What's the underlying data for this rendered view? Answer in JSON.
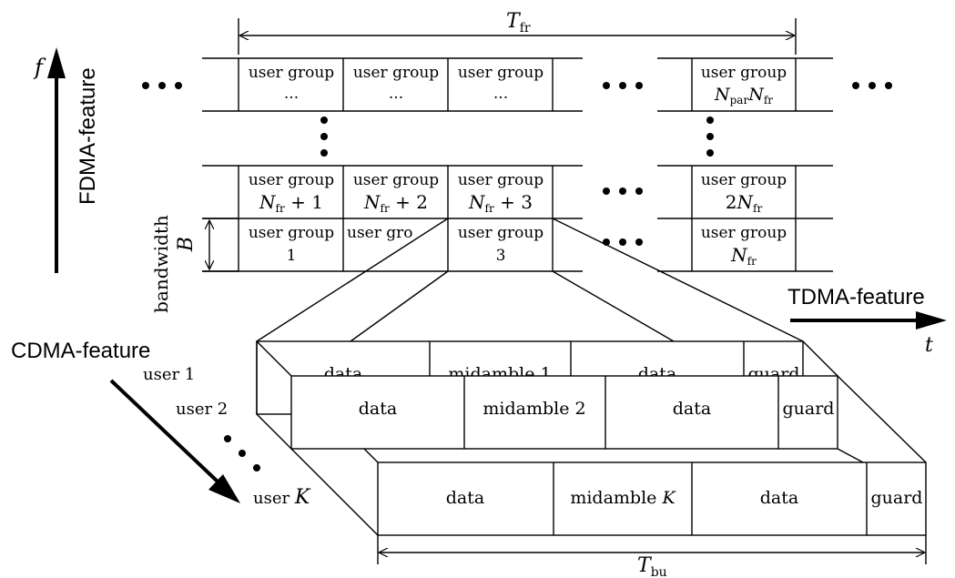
{
  "axes": {
    "f_symbol": "f",
    "fdma_label": "FDMA-feature",
    "tdma_label": "TDMA-feature",
    "t_symbol": "t",
    "cdma_label": "CDMA-feature"
  },
  "top_grid": {
    "frame_duration_symbol": "T",
    "frame_duration_subscript": "fr",
    "bandwidth_word": "bandwidth",
    "bandwidth_symbol": "B",
    "row_top": {
      "cells": [
        {
          "line1": "user group",
          "line2": "..."
        },
        {
          "line1": "user group",
          "line2": "..."
        },
        {
          "line1": "user group",
          "line2": "..."
        }
      ],
      "last": {
        "line1": "user group",
        "math_a": "N",
        "sub_a": "par",
        "math_b": "N",
        "sub_b": "fr"
      }
    },
    "row_middle": {
      "cells": [
        {
          "line1": "user group",
          "math": "N",
          "sub": "fr",
          "suffix": " + 1"
        },
        {
          "line1": "user group",
          "math": "N",
          "sub": "fr",
          "suffix": " + 2"
        },
        {
          "line1": "user group",
          "math": "N",
          "sub": "fr",
          "suffix": " + 3"
        }
      ],
      "last": {
        "line1": "user group",
        "prefix": "2",
        "math": "N",
        "sub": "fr"
      }
    },
    "row_bottom": {
      "cells": [
        {
          "line1": "user group",
          "line2": "1"
        },
        {
          "line1": "user gro",
          "line2": ""
        },
        {
          "line1": "user group",
          "line2": "3"
        }
      ],
      "last": {
        "line1": "user group",
        "math": "N",
        "sub": "fr"
      }
    }
  },
  "burst_layers": [
    {
      "user_label": "user 1",
      "fields": [
        "data",
        "midamble 1",
        "data",
        "guard"
      ]
    },
    {
      "user_label": "user 2",
      "fields": [
        "data",
        "midamble 2",
        "data",
        "guard"
      ]
    },
    {
      "user_prefix": "user",
      "user_math": "K",
      "fields": [
        "data",
        "midamble",
        "data",
        "guard"
      ],
      "midamble_math": "K"
    }
  ],
  "burst_duration": {
    "symbol": "T",
    "subscript": "bu"
  }
}
